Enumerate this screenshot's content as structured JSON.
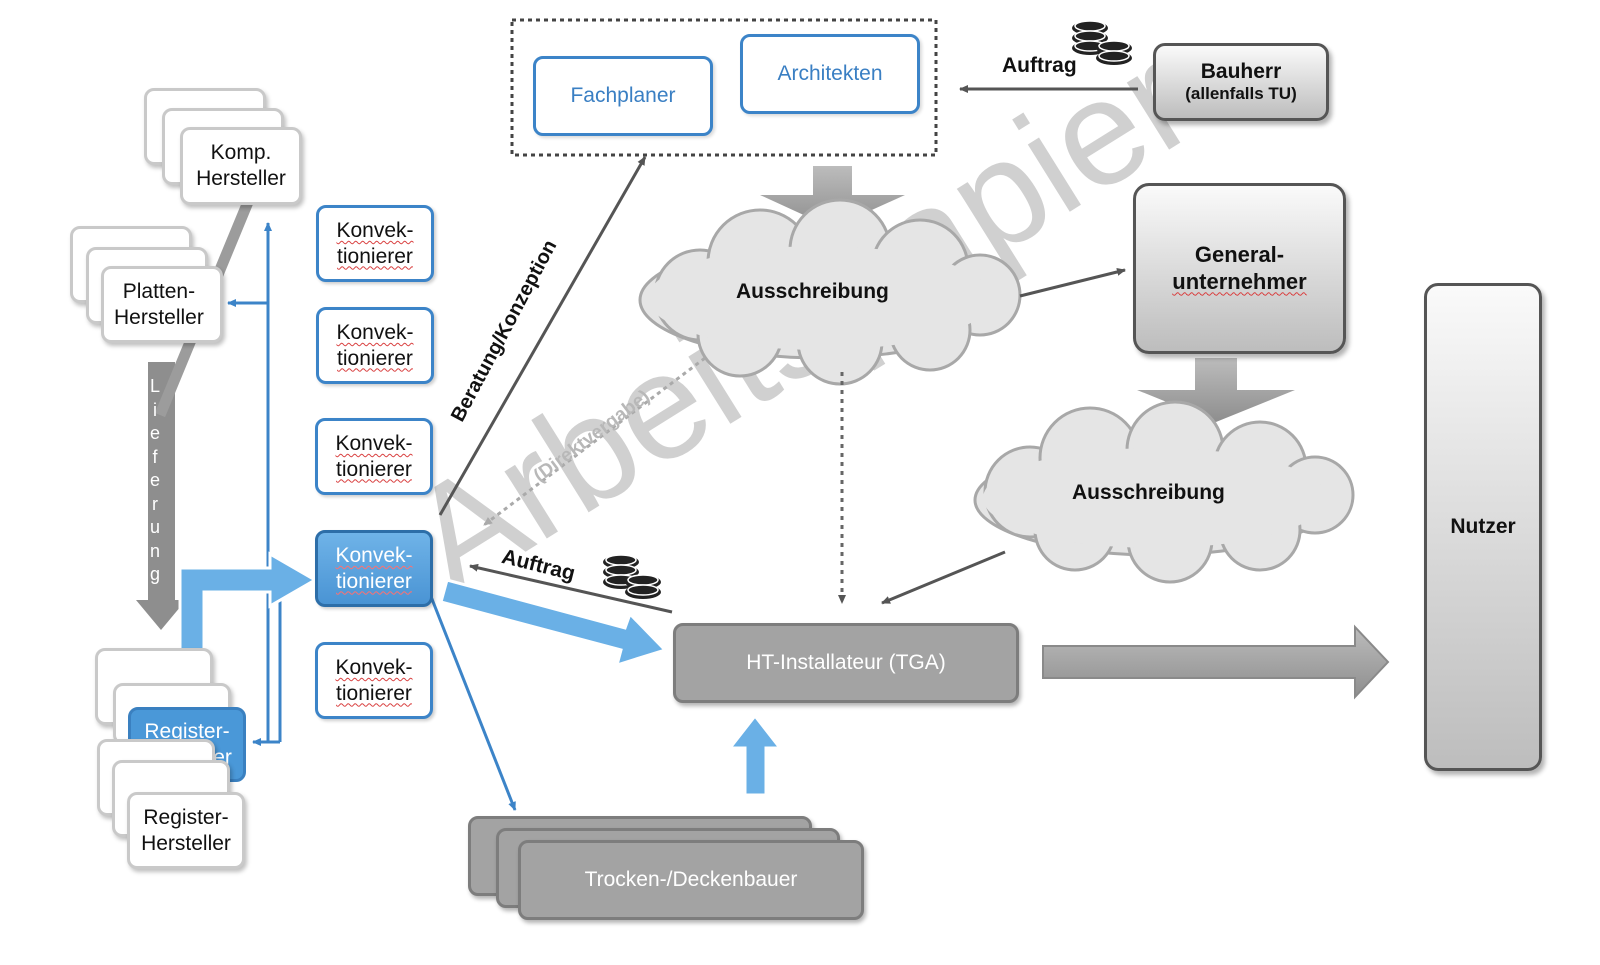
{
  "planning": {
    "fachplaner": "Fachplaner",
    "architekten": "Architekten"
  },
  "bauherr": {
    "title": "Bauherr",
    "subtitle": "(allenfalls TU)"
  },
  "auftrag_top": "Auftrag",
  "auftrag_mid": "Auftrag",
  "ausschreibung_1": "Ausschreibung",
  "ausschreibung_2": "Ausschreibung",
  "generalunternehmer": {
    "line1": "General-",
    "line2": "unternehmer"
  },
  "nutzer": "Nutzer",
  "ht_installateur": "HT-Installateur (TGA)",
  "trockenbauer": "Trocken-/Deckenbauer",
  "beratung": "Beratung/Konzeption",
  "direktvergabe": "(Direktvergabe)",
  "watermark": "Arbeitspapier",
  "lieferung": "L\ni\ne\nf\ne\nr\nu\nn\ng",
  "komp_hersteller": "Komp.\nHersteller",
  "platten_hersteller": "Platten-\nHersteller",
  "register_hersteller": "Register-\nHersteller",
  "konvektionierer": [
    "Konvek-\ntionierer",
    "Konvek-\ntionierer",
    "Konvek-\ntionierer",
    "Konvek-\ntionierer",
    "Konvek-\ntionierer"
  ],
  "colors": {
    "accent_blue": "#3c84c8",
    "arrow_blue": "#6ab0e6",
    "dark_gray": "#707070"
  },
  "icons": [
    "coins-icon",
    "coins-icon"
  ]
}
